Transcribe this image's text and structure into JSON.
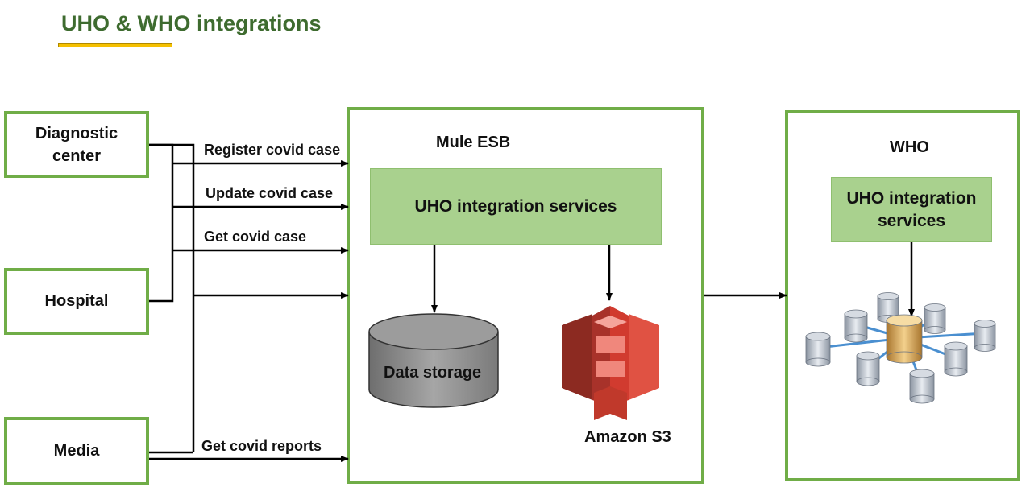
{
  "title": "UHO & WHO integrations",
  "sources": {
    "diagnostic": "Diagnostic\ncenter",
    "hospital": "Hospital",
    "media": "Media"
  },
  "flows": {
    "register": "Register covid case",
    "update": "Update covid case",
    "get_case": "Get covid case",
    "get_reports": "Get covid reports"
  },
  "mule": {
    "title": "Mule ESB",
    "services": "UHO integration services",
    "storage": "Data storage",
    "s3": "Amazon S3"
  },
  "who": {
    "title": "WHO",
    "services": "UHO integration\nservices"
  },
  "colors": {
    "border_green": "#70ad47",
    "panel_green": "#a9d18e",
    "title_green": "#3e6b2f",
    "underline_yellow": "#f5c000",
    "s3_red": "#d13b2f",
    "db_gray": "#8c8c8c"
  }
}
